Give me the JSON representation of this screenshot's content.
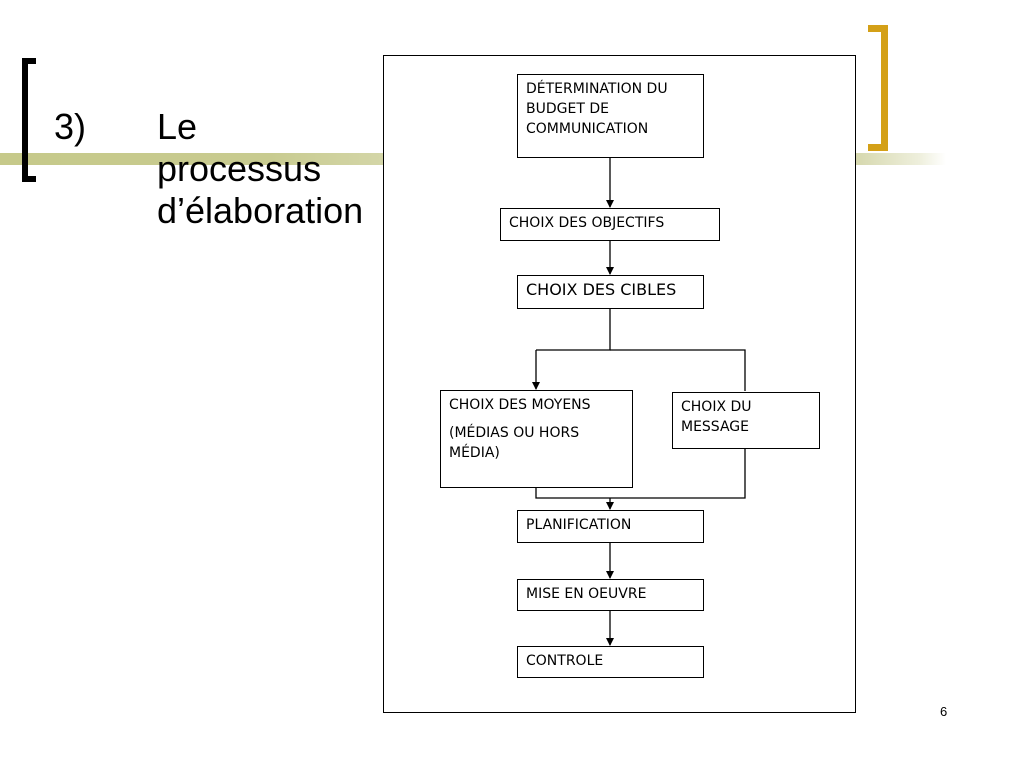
{
  "slide": {
    "title_number": "3)",
    "title_text": "Le\nprocessus\nd’élaboration",
    "page_number": "6"
  },
  "diagram": {
    "nodes": {
      "budget": "DÉTERMINATION DU BUDGET DE COMMUNICATION",
      "objectifs": "CHOIX DES OBJECTIFS",
      "cibles": "CHOIX DES CIBLES",
      "moyens_line1": "CHOIX DES MOYENS",
      "moyens_line2": "(MÉDIAS OU HORS MÉDIA)",
      "message": "CHOIX DU MESSAGE",
      "planification": "PLANIFICATION",
      "mise_en_oeuvre": "MISE EN OEUVRE",
      "controle": "CONTROLE"
    }
  },
  "colors": {
    "bracket_left": "#000000",
    "bracket_right": "#d4a017",
    "accent_bar": "#c6c98a"
  }
}
